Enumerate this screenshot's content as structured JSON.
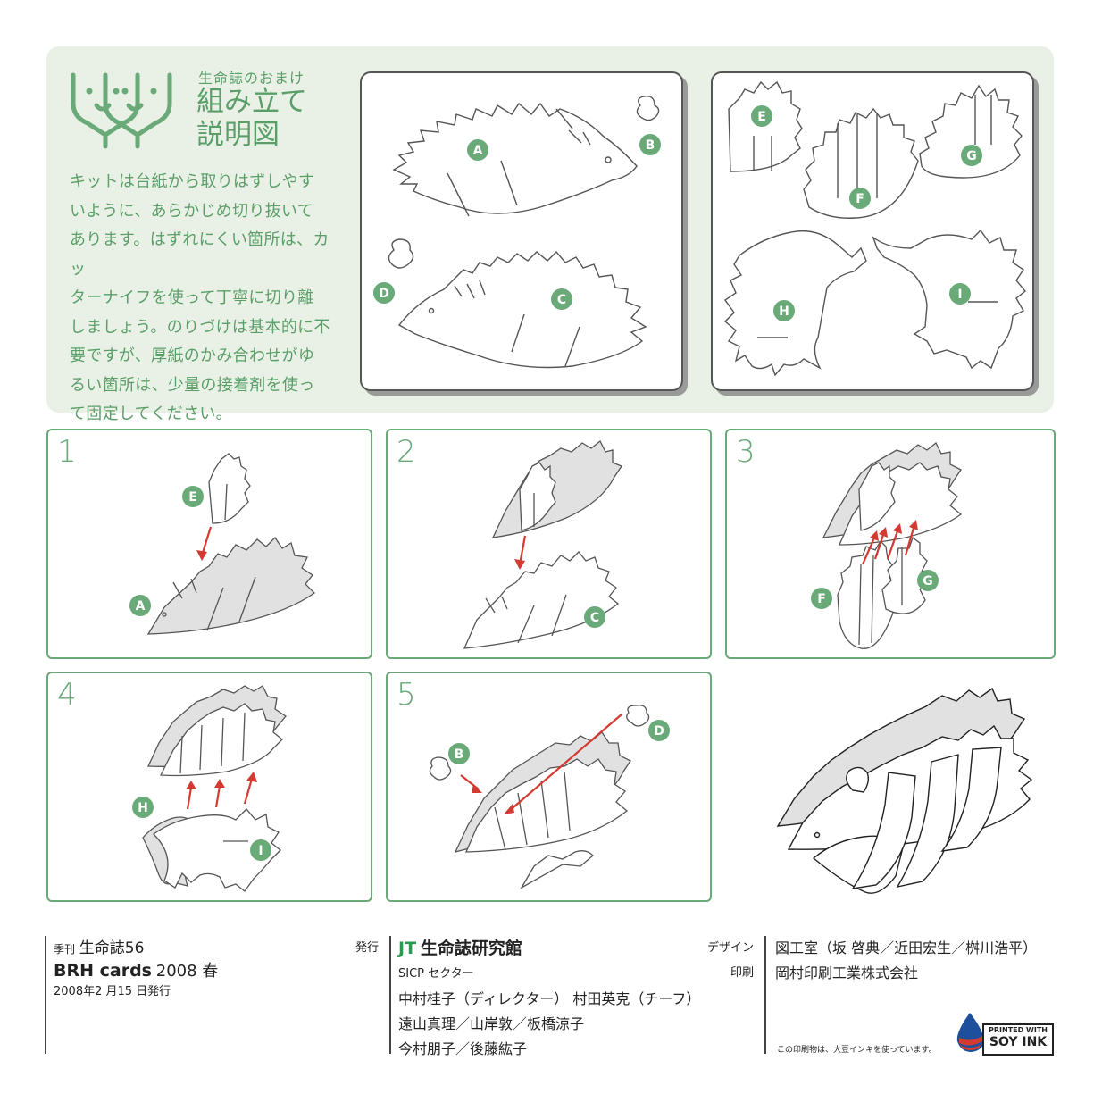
{
  "header": {
    "series_label": "生命誌のおまけ",
    "title_line1": "組み立て",
    "title_line2": "説明図"
  },
  "intro_lines": [
    "キットは台紙から取りはずしやす",
    "いように、あらかじめ切り抜いて",
    "あります。はずれにくい箇所は、カッ",
    "ターナイフを使って丁寧に切り離",
    "しましょう。のりづけは基本的に不",
    "要ですが、厚紙のかみ合わせがゆ",
    "るい箇所は、少量の接着剤を使っ",
    "て固定してください。"
  ],
  "parts": {
    "A": "A",
    "B": "B",
    "C": "C",
    "D": "D",
    "E": "E",
    "F": "F",
    "G": "G",
    "H": "H",
    "I": "I"
  },
  "steps": [
    {
      "number": "1"
    },
    {
      "number": "2"
    },
    {
      "number": "3"
    },
    {
      "number": "4"
    },
    {
      "number": "5"
    }
  ],
  "colors": {
    "accent_green": "#6aa978",
    "text_green": "#5a9e68",
    "panel_bg": "#e9f1e6",
    "arrow_red": "#d23a32"
  },
  "footer": {
    "quarterly": "季刊",
    "magazine": "生命誌56",
    "brh_cards": "BRH cards",
    "season": "2008 春",
    "issued_date": "2008年2 月15 日発行",
    "publisher_label": "発行",
    "jt_logo": "JT",
    "publisher_name": "生命誌研究館",
    "sicp": "SICP  セクター",
    "staff1": "中村桂子（ディレクター）   村田英克（チーフ）",
    "staff2": "遠山真理／山岸敦／板橋涼子",
    "staff3": "今村朋子／後藤紘子",
    "design_label": "デザイン",
    "print_label": "印刷",
    "design_name": "図工室（坂 啓典／近田宏生／桝川浩平）",
    "printer_name": "岡村印刷工業株式会社",
    "soy_note": "この印刷物は、大豆インキを使っています。",
    "soy_printed_with": "PRINTED WITH",
    "soy_ink": "SOY INK"
  }
}
